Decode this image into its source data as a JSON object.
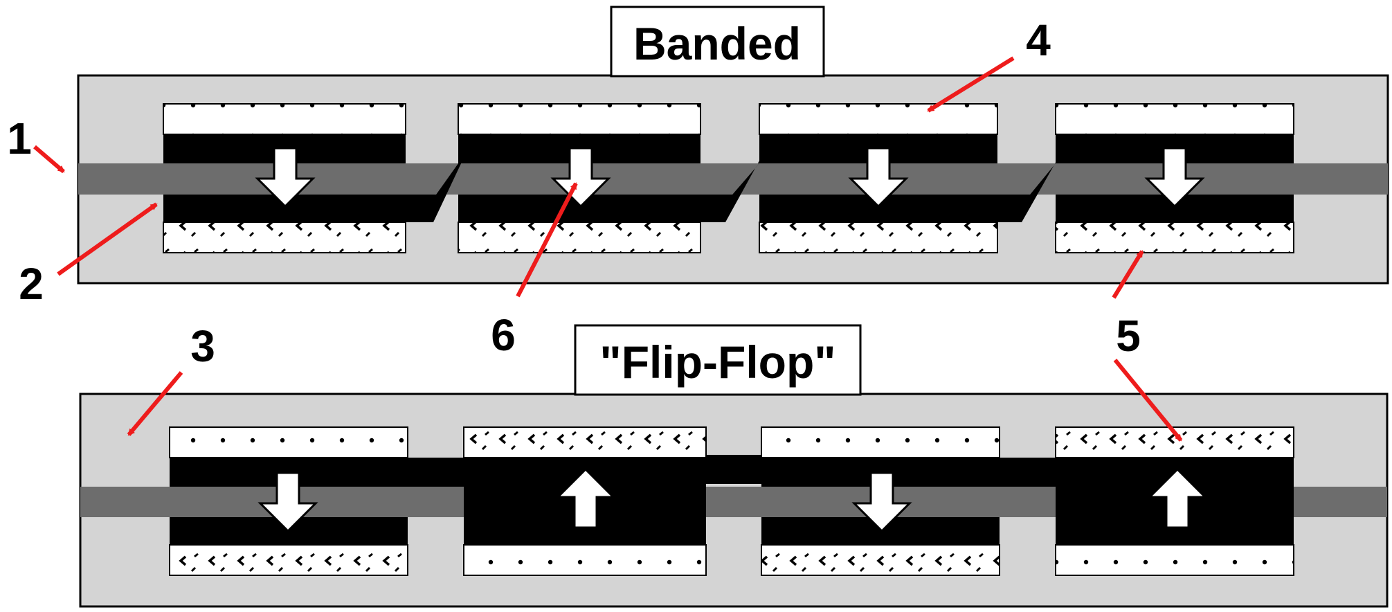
{
  "colors": {
    "matrix": "#d4d4d4",
    "strand": "#6d6d6d",
    "layer": "#000000",
    "arrow_annotation": "#ee1c1c",
    "face_white": "#ffffff"
  },
  "panels": [
    {
      "id": "banded",
      "title": "Banded",
      "cells": [
        {
          "magnetization": "down",
          "top_face": "dotted",
          "bottom_face": "hatched"
        },
        {
          "magnetization": "down",
          "top_face": "dotted",
          "bottom_face": "hatched"
        },
        {
          "magnetization": "down",
          "top_face": "dotted",
          "bottom_face": "hatched"
        },
        {
          "magnetization": "down",
          "top_face": "dotted",
          "bottom_face": "hatched"
        }
      ]
    },
    {
      "id": "flip-flop",
      "title": "\"Flip-Flop\"",
      "cells": [
        {
          "magnetization": "down",
          "top_face": "dotted",
          "bottom_face": "hatched"
        },
        {
          "magnetization": "up",
          "top_face": "hatched",
          "bottom_face": "dotted"
        },
        {
          "magnetization": "down",
          "top_face": "dotted",
          "bottom_face": "hatched"
        },
        {
          "magnetization": "up",
          "top_face": "hatched",
          "bottom_face": "dotted"
        }
      ]
    }
  ],
  "callouts": [
    {
      "id": "1",
      "label": "1"
    },
    {
      "id": "2",
      "label": "2"
    },
    {
      "id": "3",
      "label": "3"
    },
    {
      "id": "4",
      "label": "4"
    },
    {
      "id": "5",
      "label": "5"
    },
    {
      "id": "6",
      "label": "6"
    }
  ]
}
